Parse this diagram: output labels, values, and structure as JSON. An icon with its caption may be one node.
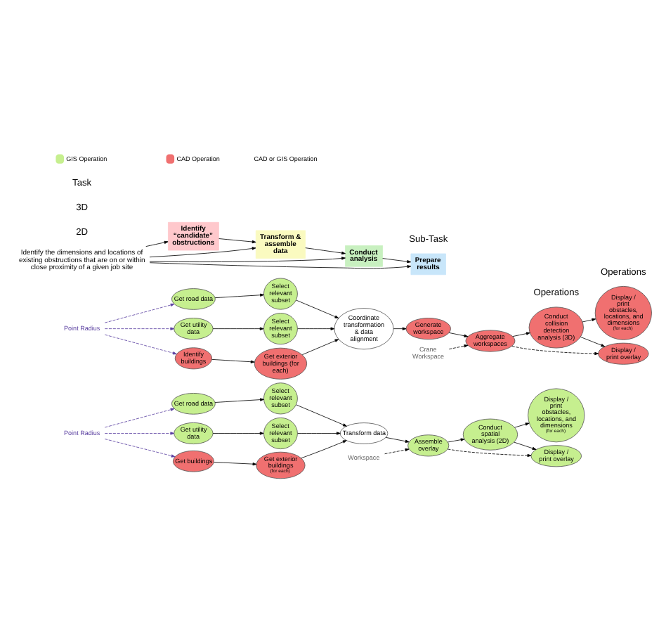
{
  "diagram": {
    "nodes": [
      {
        "text": [
          "Point Radius"
        ]
      },
      {
        "text": [
          "Get road data"
        ]
      },
      {
        "text": [
          "Select relevant subset"
        ]
      },
      {
        "text": [
          "Get utility data"
        ]
      },
      {
        "text": [
          "Select relevant subset"
        ]
      },
      {
        "text": [
          "Get buildings"
        ]
      },
      {
        "text": [
          "Get exterior buildings",
          "(for each)"
        ]
      },
      {
        "text": [
          "Transform data"
        ]
      },
      {
        "text": [
          "Workspace"
        ]
      },
      {
        "text": [
          "Assemble overlay"
        ]
      },
      {
        "text": [
          "Conduct spatial analysis (2D)"
        ]
      },
      {
        "text": [
          "Display / print obstacles, locations, and dimensions",
          "(for each)"
        ]
      },
      {
        "text": [
          "Display / print overlay"
        ]
      },
      {
        "text": [
          "Point Radius"
        ]
      },
      {
        "text": [
          "Get road data"
        ]
      },
      {
        "text": [
          "Select relevant subset"
        ]
      },
      {
        "text": [
          "Get utility data"
        ]
      },
      {
        "text": [
          "Select relevant subset"
        ]
      },
      {
        "text": [
          "Identify buildings"
        ]
      },
      {
        "text": [
          "Get exterior buildings (for each)"
        ]
      },
      {
        "text": [
          "Coordinate transformation & data alignment"
        ]
      },
      {
        "text": [
          "Generate workspace"
        ]
      },
      {
        "text": [
          "Crane Workspace"
        ]
      },
      {
        "text": [
          "Aggregate workspaces"
        ]
      },
      {
        "text": [
          "Conduct collision detection analysis (3D)"
        ]
      },
      {
        "text": [
          "Display / print obstacles, locations, and dimensions",
          "(for each)"
        ]
      },
      {
        "text": [
          "Display / print overlay"
        ]
      },
      {
        "text": [
          "Identify “candidate” obstructions"
        ]
      },
      {
        "text": [
          "Transform & assemble data"
        ]
      },
      {
        "text": [
          "Conduct analysis"
        ]
      },
      {
        "text": [
          "Prepare results"
        ]
      },
      {
        "text": [
          "Identify the dimensions and locations of existing obstructions that are on or within close proximity of a given job site"
        ]
      }
    ],
    "edges": [
      {
        "from": 0,
        "to": 1,
        "arrow": "to",
        "style": "dashed",
        "color": "#5a3fa0"
      },
      {
        "from": 0,
        "to": 3,
        "arrow": "to",
        "style": "dashed",
        "color": "#5a3fa0"
      },
      {
        "from": 0,
        "to": 5,
        "arrow": "to",
        "style": "dashed",
        "color": "#5a3fa0"
      },
      {
        "from": 1,
        "to": 2,
        "arrow": "to"
      },
      {
        "from": 3,
        "to": 4,
        "arrow": "to"
      },
      {
        "from": 5,
        "to": 6,
        "arrow": "to"
      },
      {
        "from": 2,
        "to": 7,
        "arrow": "to"
      },
      {
        "from": 4,
        "to": 7,
        "arrow": "to"
      },
      {
        "from": 6,
        "to": 7,
        "arrow": "to"
      },
      {
        "from": 7,
        "to": 9,
        "arrow": "to"
      },
      {
        "from": 8,
        "to": 9,
        "arrow": "to",
        "style": "dashed"
      },
      {
        "from": 9,
        "to": 10,
        "arrow": "to"
      },
      {
        "from": 10,
        "to": 11,
        "arrow": "to"
      },
      {
        "from": 10,
        "to": 12,
        "arrow": "to"
      },
      {
        "from": 9,
        "to": 12,
        "arrow": "to",
        "style": "dashed"
      },
      {
        "from": 13,
        "to": 14,
        "arrow": "to",
        "style": "dashed",
        "color": "#5a3fa0"
      },
      {
        "from": 13,
        "to": 16,
        "arrow": "to",
        "style": "dashed",
        "color": "#5a3fa0"
      },
      {
        "from": 13,
        "to": 18,
        "arrow": "to",
        "style": "dashed",
        "color": "#5a3fa0"
      },
      {
        "from": 14,
        "to": 15,
        "arrow": "to"
      },
      {
        "from": 16,
        "to": 17,
        "arrow": "to"
      },
      {
        "from": 18,
        "to": 19,
        "arrow": "to"
      },
      {
        "from": 15,
        "to": 20,
        "arrow": "to"
      },
      {
        "from": 17,
        "to": 20,
        "arrow": "to"
      },
      {
        "from": 19,
        "to": 20,
        "arrow": "to"
      },
      {
        "from": 20,
        "to": 21,
        "arrow": "to"
      },
      {
        "from": 21,
        "to": 23,
        "arrow": "to"
      },
      {
        "from": 22,
        "to": 23,
        "arrow": "to",
        "style": "dashed"
      },
      {
        "from": 23,
        "to": 24,
        "arrow": "to"
      },
      {
        "from": 24,
        "to": 25,
        "arrow": "to"
      },
      {
        "from": 24,
        "to": 26,
        "arrow": "to"
      },
      {
        "from": 23,
        "to": 26,
        "arrow": "to",
        "style": "dashed"
      },
      {
        "from": 27,
        "to": 28,
        "arrow": "to"
      },
      {
        "from": 28,
        "to": 29,
        "arrow": "to"
      },
      {
        "from": 29,
        "to": 30,
        "arrow": "to"
      },
      {
        "from": 31,
        "to": 27,
        "arrow": "to"
      },
      {
        "from": 31,
        "to": 28,
        "arrow": "to"
      },
      {
        "from": 31,
        "to": 29,
        "arrow": "to"
      },
      {
        "from": 31,
        "to": 30,
        "arrow": "to"
      }
    ],
    "labels": [
      "2D",
      "Operations",
      "3D",
      "Operations",
      "Sub-Task",
      "Task"
    ],
    "legend": [
      {
        "text": "GIS Operation",
        "color": "#c6ef8f"
      },
      {
        "text": "CAD Operation",
        "color": "#f07070"
      },
      {
        "text": "CAD or GIS Operation",
        "color": "#ffffff"
      }
    ]
  }
}
